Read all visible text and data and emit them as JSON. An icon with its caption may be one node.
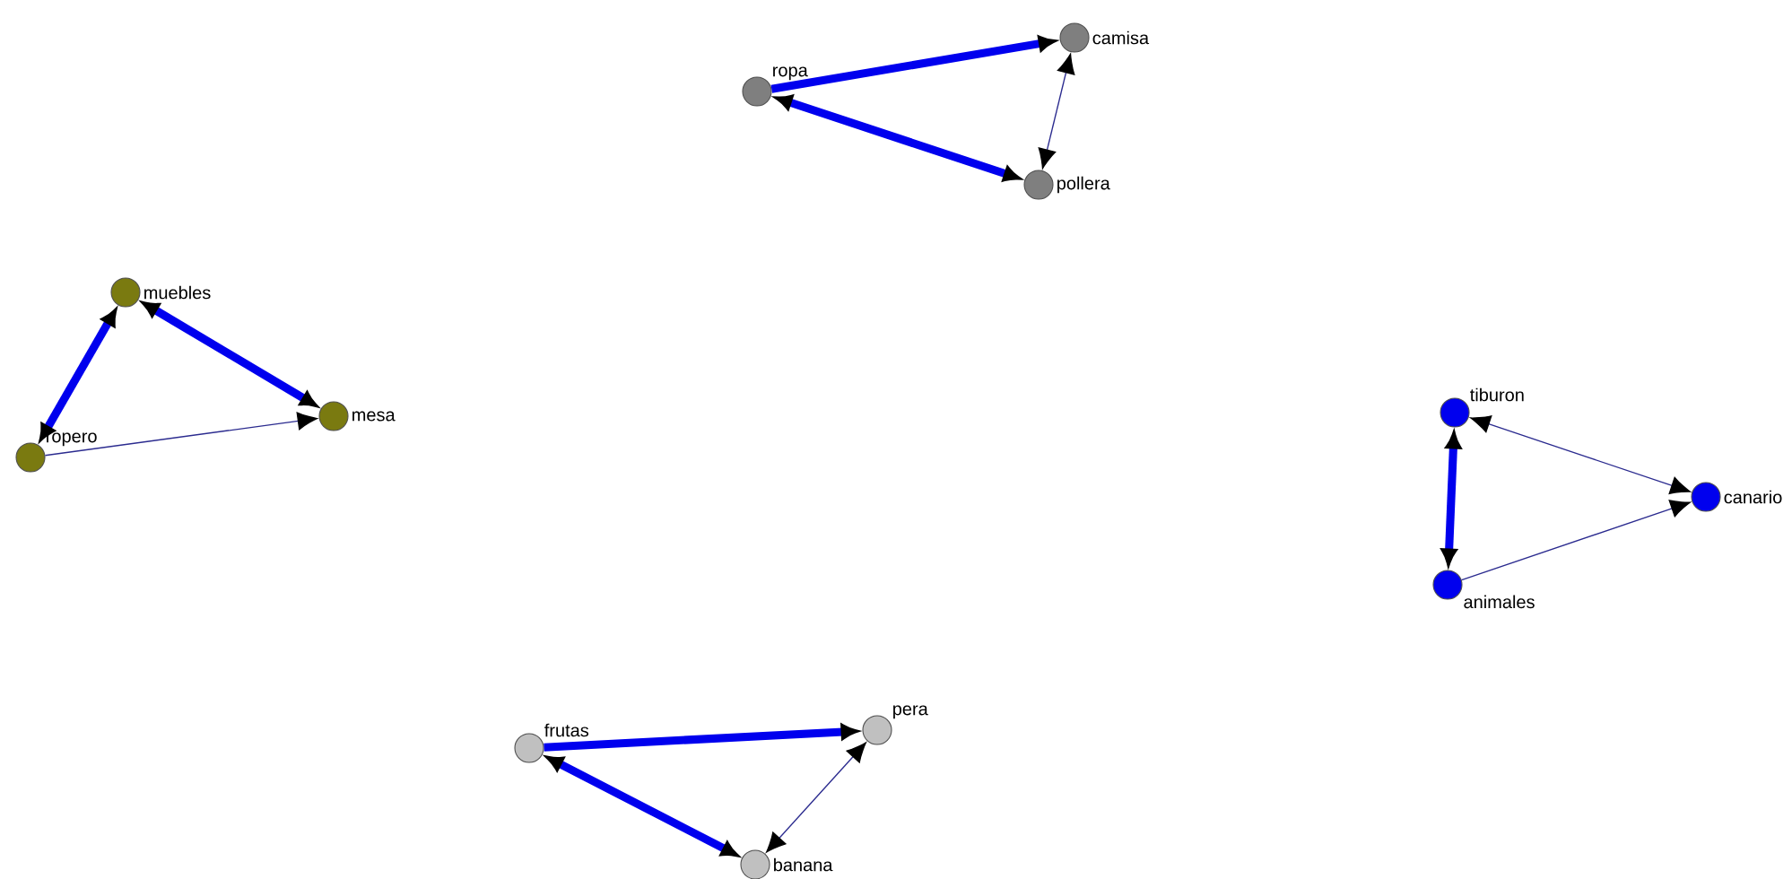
{
  "diagram": {
    "nodes": [
      {
        "text": [
          "ropa"
        ]
      },
      {
        "text": [
          "camisa"
        ]
      },
      {
        "text": [
          "pollera"
        ]
      },
      {
        "text": [
          "muebles"
        ]
      },
      {
        "text": [
          "ropero"
        ]
      },
      {
        "text": [
          "mesa"
        ]
      },
      {
        "text": [
          "tiburon"
        ]
      },
      {
        "text": [
          "canario"
        ]
      },
      {
        "text": [
          "animales"
        ]
      },
      {
        "text": [
          "frutas"
        ]
      },
      {
        "text": [
          "pera"
        ]
      },
      {
        "text": [
          "banana"
        ]
      }
    ],
    "edges": [
      {
        "from": 0,
        "to": 1,
        "arrow": "to"
      },
      {
        "from": 2,
        "to": 0,
        "arrow": "both"
      },
      {
        "from": 1,
        "to": 2,
        "arrow": "both",
        "color": "#2b2b8f"
      },
      {
        "from": 3,
        "to": 4,
        "arrow": "both"
      },
      {
        "from": 3,
        "to": 5,
        "arrow": "both"
      },
      {
        "from": 4,
        "to": 5,
        "arrow": "to",
        "color": "#2b2b8f"
      },
      {
        "from": 6,
        "to": 8,
        "arrow": "both"
      },
      {
        "from": 7,
        "to": 6,
        "arrow": "both",
        "color": "#2b2b8f"
      },
      {
        "from": 8,
        "to": 7,
        "arrow": "to",
        "color": "#2b2b8f"
      },
      {
        "from": 9,
        "to": 10,
        "arrow": "to"
      },
      {
        "from": 9,
        "to": 11,
        "arrow": "both"
      },
      {
        "from": 11,
        "to": 10,
        "arrow": "both",
        "color": "#2b2b8f"
      }
    ]
  }
}
